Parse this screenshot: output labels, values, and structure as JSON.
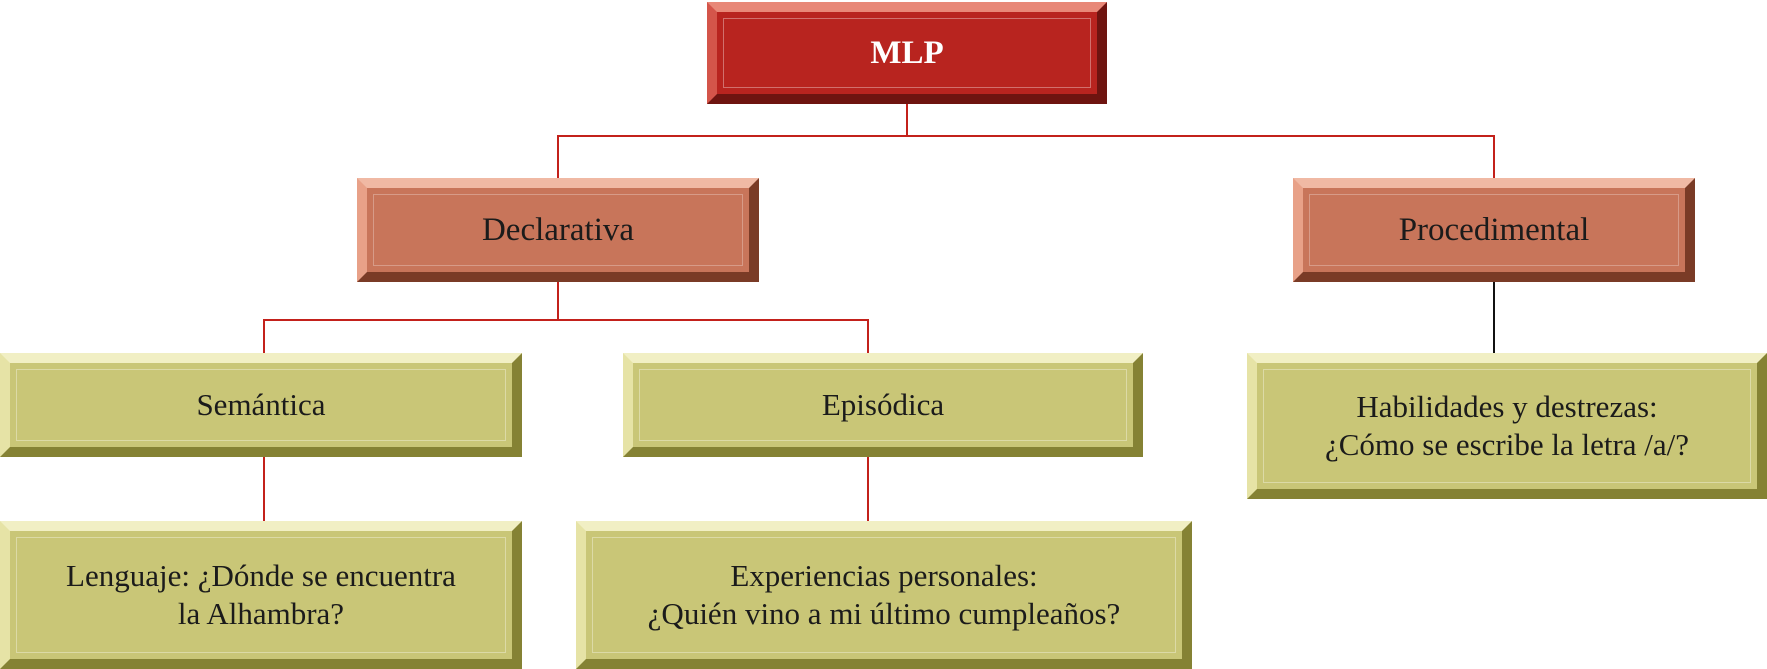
{
  "nodes": {
    "root": "MLP",
    "declarativa": "Declarativa",
    "procedimental": "Procedimental",
    "semantica": "Semántica",
    "episodica": "Episódica",
    "habilidades": [
      "Habilidades y destrezas:",
      "¿Cómo se escribe la letra /a/?"
    ],
    "lenguaje": [
      "Lenguaje: ¿Dónde se encuentra",
      "la Alhambra?"
    ],
    "experiencias": [
      "Experiencias personales:",
      "¿Quién vino a mi último cumpleaños?"
    ]
  },
  "colors": {
    "root_fill": "#b8241f",
    "level2_fill": "#c8755a",
    "leaf_fill": "#c9c677",
    "connector": "#c3211b",
    "connector_procedimental": "#111111"
  }
}
